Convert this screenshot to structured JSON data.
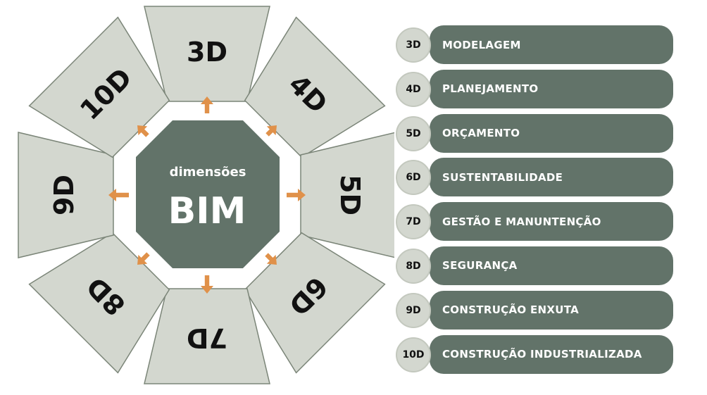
{
  "center": {
    "subtitle": "dimensões",
    "title": "BIM"
  },
  "petals": [
    {
      "label": "3D"
    },
    {
      "label": "4D"
    },
    {
      "label": "5D"
    },
    {
      "label": "6D"
    },
    {
      "label": "7D"
    },
    {
      "label": "8D"
    },
    {
      "label": "9D"
    },
    {
      "label": "10D"
    }
  ],
  "legend": [
    {
      "badge": "3D",
      "text": "MODELAGEM"
    },
    {
      "badge": "4D",
      "text": "PLANEJAMENTO"
    },
    {
      "badge": "5D",
      "text": "ORÇAMENTO"
    },
    {
      "badge": "6D",
      "text": "SUSTENTABILIDADE"
    },
    {
      "badge": "7D",
      "text": "GESTÃO E MANUNTENÇÃO"
    },
    {
      "badge": "8D",
      "text": "SEGURANÇA"
    },
    {
      "badge": "9D",
      "text": "CONSTRUÇÃO ENXUTA"
    },
    {
      "badge": "10D",
      "text": "CONSTRUÇÃO INDUSTRIALIZADA"
    }
  ],
  "colors": {
    "primary": "#627369",
    "petal": "#d3d7cf",
    "arrow": "#e0914a",
    "text_dark": "#111111",
    "text_light": "#ffffff"
  }
}
